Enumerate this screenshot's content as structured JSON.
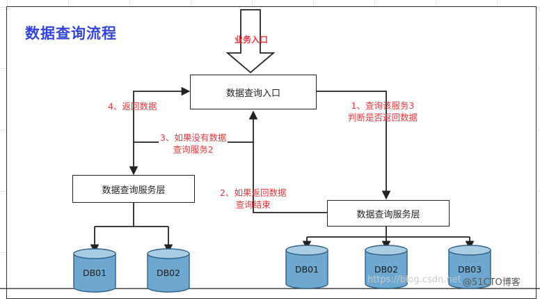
{
  "title": "数据查询流程",
  "entry_label": "业务入口",
  "nodes": {
    "query_entry": "数据查询入口",
    "service_left": "数据查询服务层",
    "service_right": "数据查询服务层"
  },
  "edge_labels": {
    "step1_line1": "1、查询该服务3",
    "step1_line2": "判断是否返回数据",
    "step2_line1": "2、如果返回数据",
    "step2_line2": "查询结束",
    "step3_line1": "3、如果没有数据",
    "step3_line2": "查询服务2",
    "step4": "4、返回数据"
  },
  "databases": {
    "left": [
      "DB01",
      "DB02"
    ],
    "right": [
      "DB01",
      "DB02",
      "DB03"
    ]
  },
  "watermark": "https://blog.csdn.net",
  "brand": "@51CTO博客",
  "colors": {
    "title": "#3344dd",
    "label": "#e8363b",
    "db_top": "#a9cde4",
    "db_body": "#6ea7cf"
  }
}
